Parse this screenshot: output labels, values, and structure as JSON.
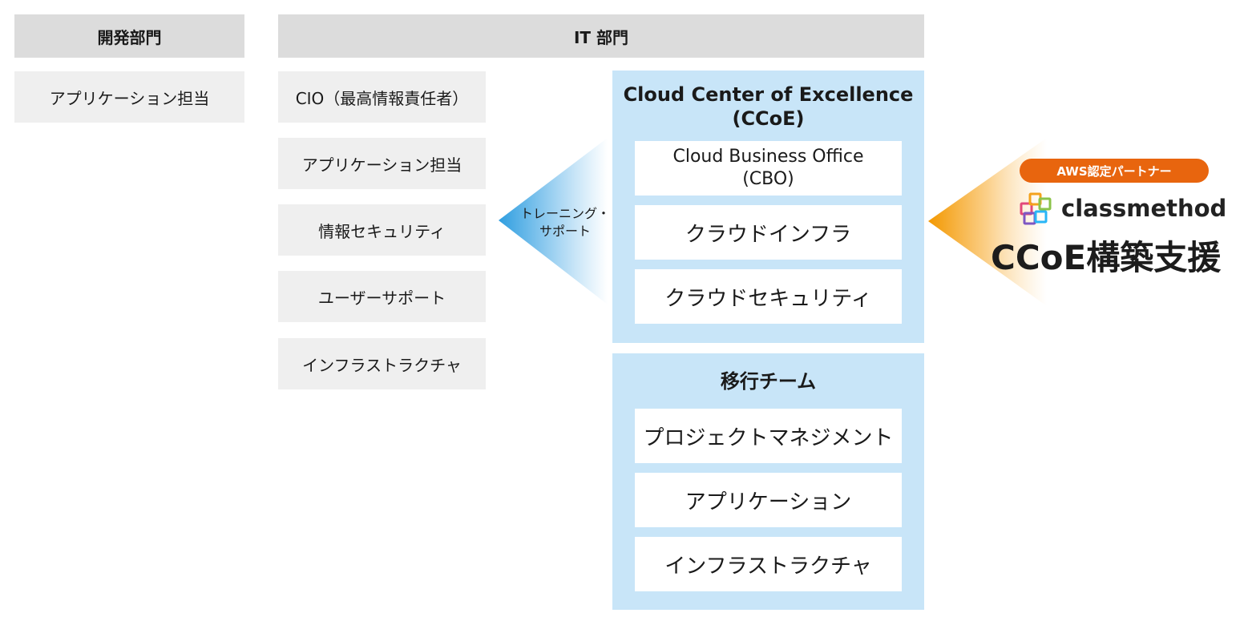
{
  "dev_dept": {
    "header": "開発部門",
    "items": [
      "アプリケーション担当"
    ]
  },
  "it_dept": {
    "header": "IT 部門",
    "items": [
      "CIO（最高情報責任者）",
      "アプリケーション担当",
      "情報セキュリティ",
      "ユーザーサポート",
      "インフラストラクチャ"
    ]
  },
  "flow_label": [
    "トレーニング・",
    "サポート"
  ],
  "ccoe": {
    "title": "Cloud Center of Excellence",
    "subtitle": "(CCoE)",
    "cbo_line1": "Cloud Business Office",
    "cbo_line2": "(CBO)",
    "items": [
      "クラウドインフラ",
      "クラウドセキュリティ"
    ]
  },
  "migration": {
    "title": "移行チーム",
    "items": [
      "プロジェクトマネジメント",
      "アプリケーション",
      "インフラストラクチャ"
    ]
  },
  "partner": {
    "badge": "AWS認定パートナー",
    "company": "classmethod",
    "service": "CCoE構築支援"
  },
  "colors": {
    "panel": "#c8e5f8",
    "badge": "#e8650e",
    "arrow_blue": "#2f9ee0",
    "arrow_orange": "#f39800"
  }
}
